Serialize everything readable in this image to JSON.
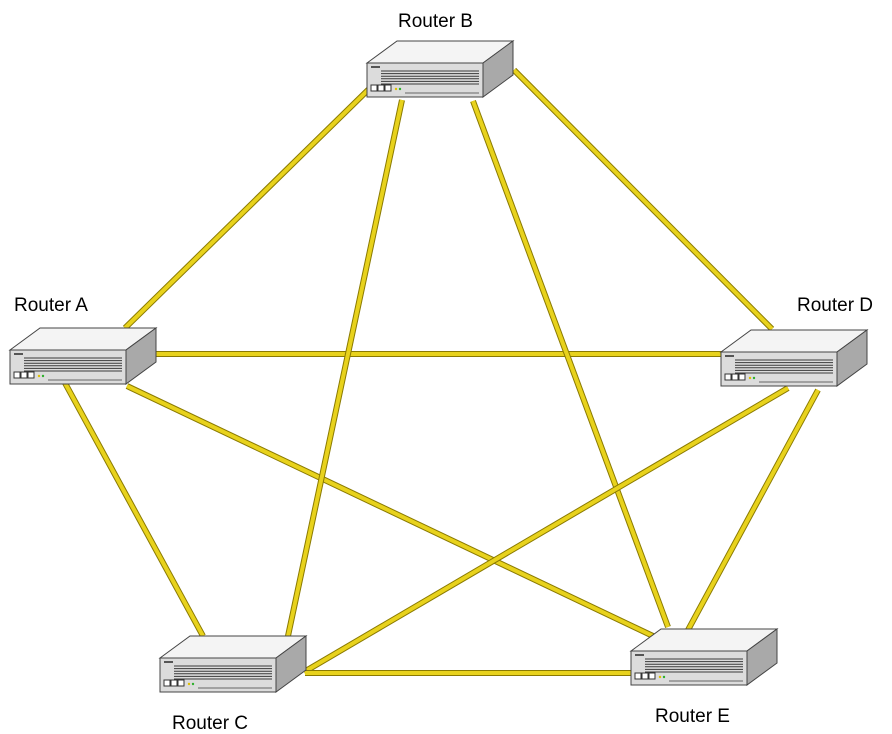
{
  "routers": [
    {
      "id": "A",
      "label": "Router A"
    },
    {
      "id": "B",
      "label": "Router B"
    },
    {
      "id": "C",
      "label": "Router C"
    },
    {
      "id": "D",
      "label": "Router D"
    },
    {
      "id": "E",
      "label": "Router E"
    }
  ],
  "links": [
    [
      "A",
      "B"
    ],
    [
      "A",
      "C"
    ],
    [
      "A",
      "D"
    ],
    [
      "A",
      "E"
    ],
    [
      "B",
      "C"
    ],
    [
      "B",
      "D"
    ],
    [
      "B",
      "E"
    ],
    [
      "C",
      "D"
    ],
    [
      "C",
      "E"
    ],
    [
      "D",
      "E"
    ]
  ],
  "colors": {
    "link": "#e8d21c",
    "link_edge": "#8a7a00",
    "router_top": "#f4f4f4",
    "router_front": "#dcdcdc",
    "router_side": "#a9a9a9",
    "router_outline": "#444444",
    "led_yellow": "#e0c000",
    "led_green": "#2db02d"
  }
}
